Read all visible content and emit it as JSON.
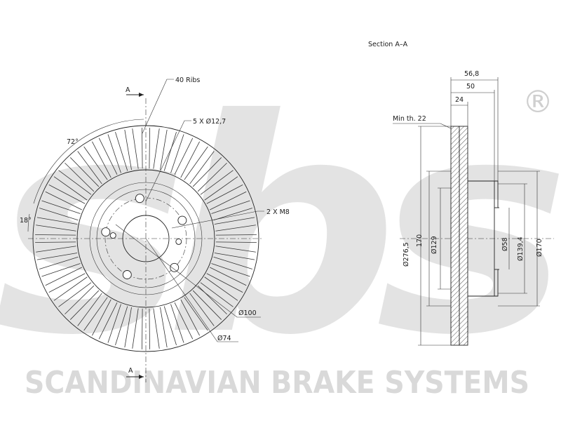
{
  "watermark": {
    "logo_text": "sbs",
    "registered_mark": "®",
    "company": "SCANDINAVIAN BRAKE SYSTEMS"
  },
  "front_view": {
    "section_marker_top": "A",
    "section_marker_bottom": "A",
    "ribs": "40 Ribs",
    "holes": "5 X Ø12,7",
    "threads": "2 X M8",
    "angle_1": "72°",
    "angle_2": "18°",
    "pcd": "Ø100",
    "center_bore": "Ø74"
  },
  "section_view": {
    "title": "Section A–A",
    "min_thickness": "Min th. 22",
    "dim_total_height": "56,8",
    "dim_height": "50",
    "dim_thickness": "24",
    "dia_outer": "Ø276,5",
    "dia_hat": "170",
    "dia_129": "Ø129",
    "dia_58": "Ø58",
    "dia_139": "Ø139,4",
    "dia_170": "Ø170"
  }
}
